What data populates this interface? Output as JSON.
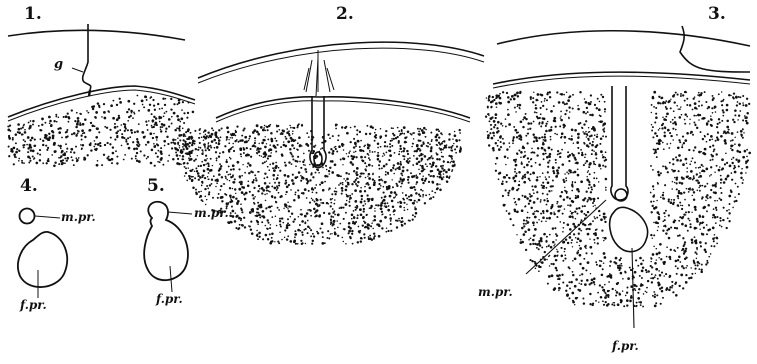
{
  "figures": [
    {
      "number": "1.",
      "labels": {
        "g": "g"
      }
    },
    {
      "number": "2."
    },
    {
      "number": "3.",
      "labels": {
        "mpr": "m.pr.",
        "fpr": "f.pr."
      }
    },
    {
      "number": "4.",
      "labels": {
        "mpr": "m.pr.",
        "fpr": "f.pr."
      }
    },
    {
      "number": "5.",
      "labels": {
        "mpr": "m.pr.",
        "fpr": "f.pr."
      }
    }
  ]
}
